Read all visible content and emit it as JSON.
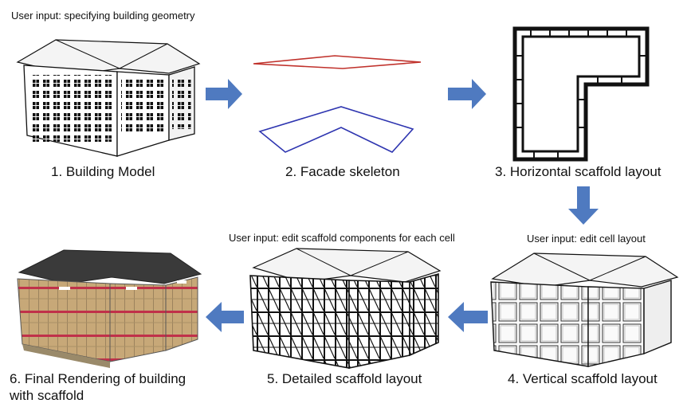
{
  "notes": {
    "top_left": "User input:  specifying building geometry",
    "cells": "User input: edit scaffold components for each cell",
    "cell_layout": "User input: edit cell layout"
  },
  "steps": [
    {
      "label": "1. Building Model"
    },
    {
      "label": "2. Facade skeleton"
    },
    {
      "label": "3. Horizontal scaffold layout"
    },
    {
      "label": "4. Vertical scaffold layout"
    },
    {
      "label": "5. Detailed scaffold layout"
    },
    {
      "label": "6. Final Rendering of building",
      "label2": "with scaffold"
    }
  ],
  "colors": {
    "arrow": "#4F7AC0",
    "skeleton_top": "#C0312B",
    "skeleton_bottom": "#2E35B0",
    "roof_dark": "#3A3A3A",
    "scaffold_tan": "#C7A878",
    "scaffold_red": "#C0314A"
  }
}
